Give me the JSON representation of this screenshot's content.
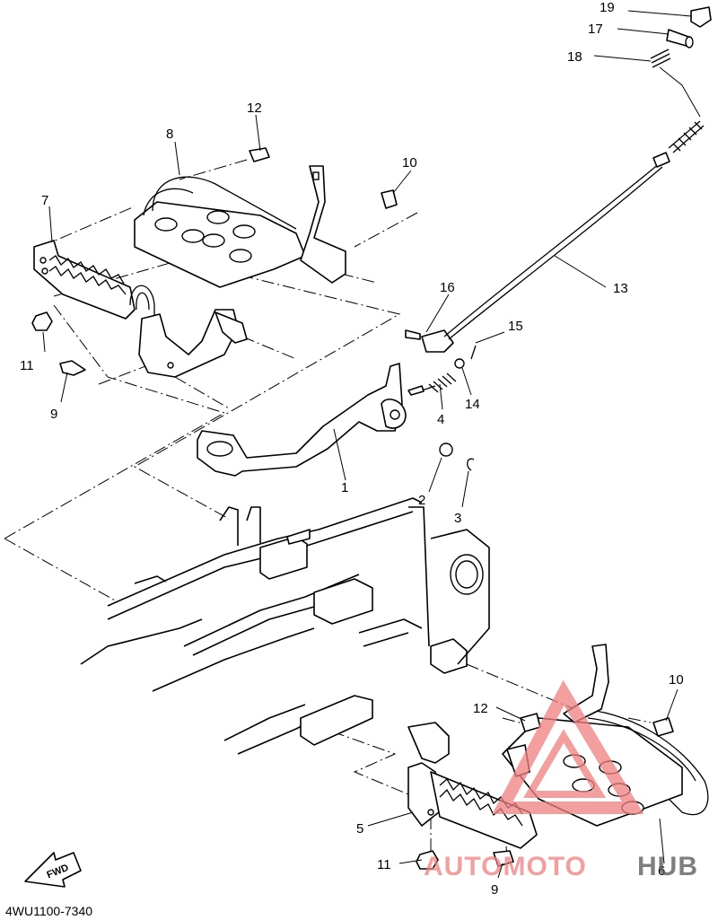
{
  "diagram": {
    "drawing_code": "4WU1100-7340",
    "direction_label": "FWD",
    "watermark": {
      "text_main": "AUTOMOTO",
      "text_hub": "HUB",
      "color": "#f08080",
      "hub_color": "#555555"
    },
    "callouts": [
      "1",
      "2",
      "3",
      "4",
      "5",
      "6",
      "7",
      "8",
      "9",
      "9",
      "10",
      "10",
      "11",
      "11",
      "12",
      "12",
      "13",
      "14",
      "15",
      "16",
      "17",
      "18",
      "19"
    ]
  }
}
